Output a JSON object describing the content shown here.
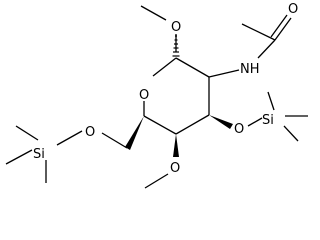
{
  "molecule": {
    "atom_labels": {
      "o_methoxy_c1": "O",
      "o_carbonyl": "O",
      "nh": "NH",
      "o_ring": "O",
      "o_c6": "O",
      "si_c6": "Si",
      "o_c3": "O",
      "si_c3": "Si",
      "o_c4": "O"
    }
  },
  "colors": {
    "bond": "#000000",
    "label": "#000000",
    "background": "#ffffff"
  }
}
